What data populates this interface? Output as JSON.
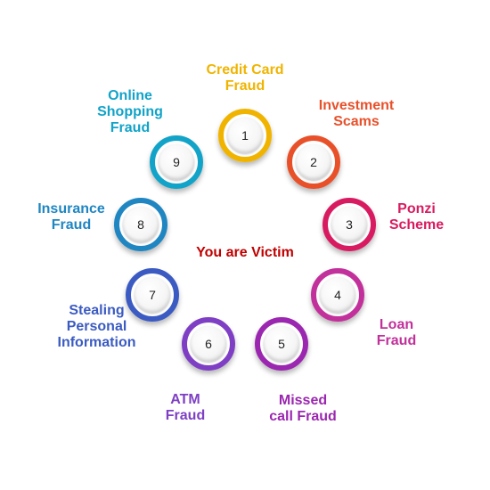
{
  "center": {
    "label": "You are Victim",
    "color": "#c00000"
  },
  "items": [
    {
      "number": "1",
      "label": "Credit Card\nFraud",
      "color": "#f0b400"
    },
    {
      "number": "2",
      "label": "Investment\nScams",
      "color": "#e8502a"
    },
    {
      "number": "3",
      "label": "Ponzi\nScheme",
      "color": "#d81b60"
    },
    {
      "number": "4",
      "label": "Loan\nFraud",
      "color": "#c2309b"
    },
    {
      "number": "5",
      "label": "Missed\ncall Fraud",
      "color": "#9b27b0"
    },
    {
      "number": "6",
      "label": "ATM\nFraud",
      "color": "#7e3fc4"
    },
    {
      "number": "7",
      "label": "Stealing\nPersonal\nInformation",
      "color": "#3b5bc2"
    },
    {
      "number": "8",
      "label": "Insurance\nFraud",
      "color": "#1f86c2"
    },
    {
      "number": "9",
      "label": "Online\nShopping\nFraud",
      "color": "#12a3c8"
    }
  ]
}
